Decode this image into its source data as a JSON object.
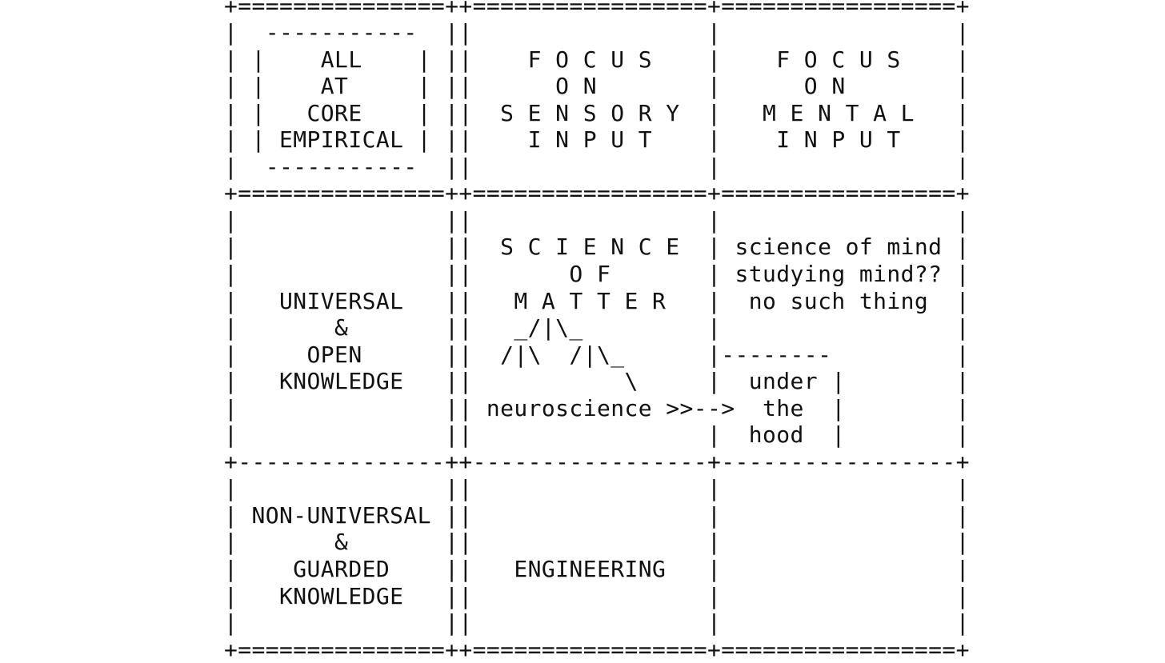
{
  "diagram": {
    "lines": [
      "+===============++=================+=================+",
      "|  -----------  ||                 |                 |",
      "| |    ALL    | ||    F O C U S    |    F O C U S    |",
      "| |    AT     | ||      O N        |      O N        |",
      "| |   CORE    | ||  S E N S O R Y  |   M E N T A L   |",
      "| | EMPIRICAL | ||    I N P U T    |    I N P U T    |",
      "|  -----------  ||                 |                 |",
      "+===============++=================+=================+",
      "|               ||                 |                 |",
      "|               ||  S C I E N C E  | science of mind |",
      "|               ||       O F       | studying mind?? |",
      "|   UNIVERSAL   ||   M A T T E R   |  no such thing  |",
      "|       &       ||   _/|\\_         |                 |",
      "|     OPEN      ||  /|\\  /|\\_      |--------         |",
      "|   KNOWLEDGE   ||           \\     |  under |        |",
      "|               || neuroscience >>-->  the  |        |",
      "|               ||                 |  hood  |        |",
      "+---------------++-----------------+-----------------+",
      "|               ||                 |                 |",
      "| NON-UNIVERSAL ||                 |                 |",
      "|       &       ||                 |                 |",
      "|    GUARDED    ||   ENGINEERING   |                 |",
      "|   KNOWLEDGE   ||                 |                 |",
      "|               ||                 |                 |",
      "+===============++=================+=================+"
    ]
  }
}
